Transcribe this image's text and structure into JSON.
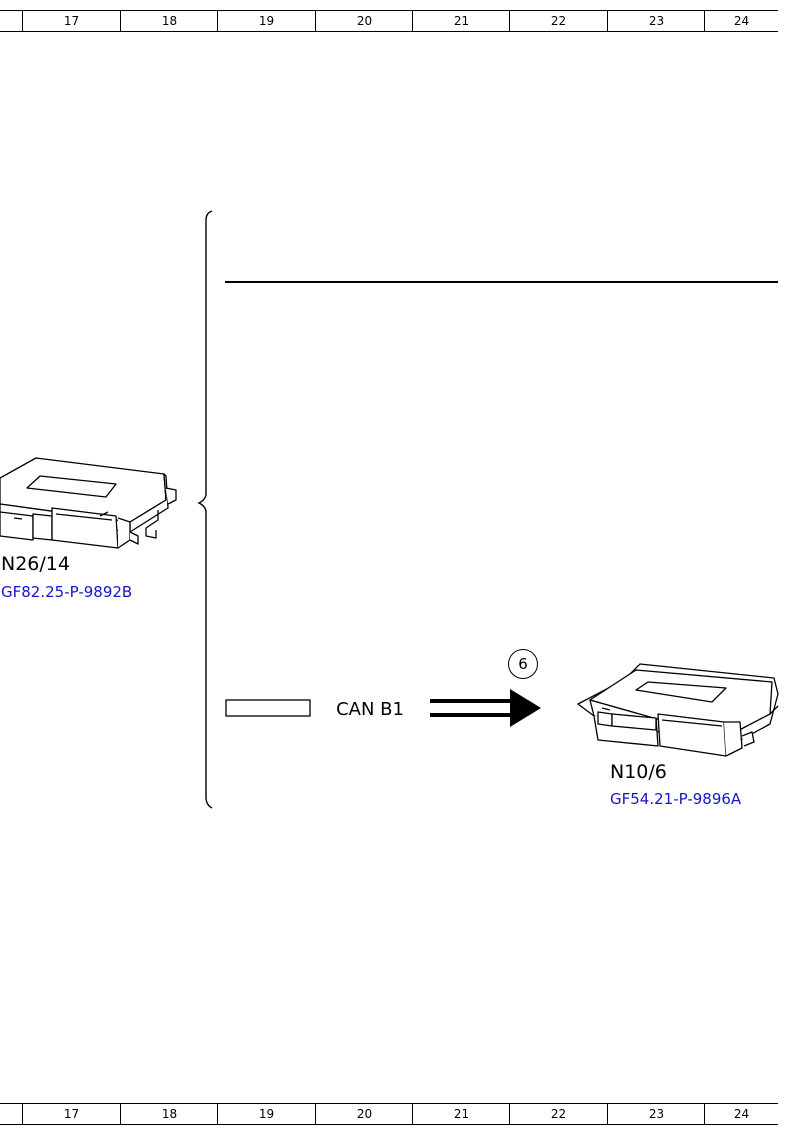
{
  "ruler": {
    "columns": [
      "17",
      "18",
      "19",
      "20",
      "21",
      "22",
      "23",
      "24"
    ]
  },
  "components": [
    {
      "id": "N26/14",
      "reference": "GF82.25-P-9892B",
      "icon": "control-unit-icon"
    },
    {
      "id": "N10/6",
      "reference": "GF54.21-P-9896A",
      "icon": "control-unit-icon"
    }
  ],
  "connection": {
    "bus_label": "CAN B1",
    "callout_number": "6",
    "icon": "signal-arrow-icon"
  },
  "colors": {
    "line": "#000000",
    "link_text": "#1515c8",
    "background": "#ffffff"
  }
}
